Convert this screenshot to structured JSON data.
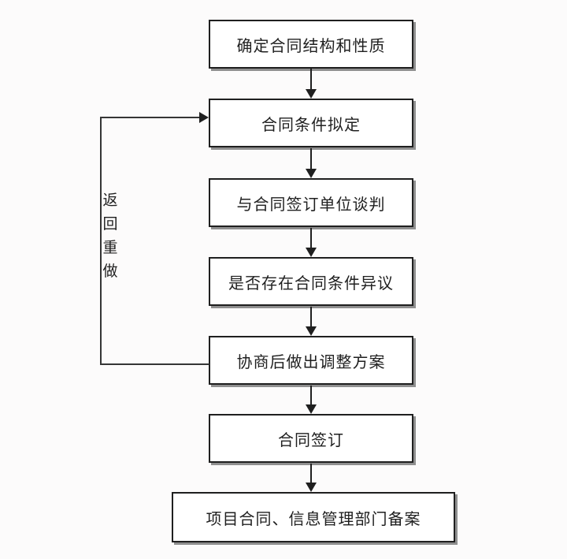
{
  "diagram": {
    "type": "flowchart",
    "subject": "contract-signing-process",
    "colors": {
      "background": "#fcfbfb",
      "node_fill": "#ffffff",
      "node_border": "#1f1f1f",
      "node_shadow": "#8f8f8f",
      "connector": "#1f1f1f",
      "text": "#1f1f1f"
    },
    "nodes": [
      {
        "id": "n1",
        "label": "确定合同结构和性质"
      },
      {
        "id": "n2",
        "label": "合同条件拟定"
      },
      {
        "id": "n3",
        "label": "与合同签订单位谈判"
      },
      {
        "id": "n4",
        "label": "是否存在合同条件异议"
      },
      {
        "id": "n5",
        "label": "协商后做出调整方案"
      },
      {
        "id": "n6",
        "label": "合同签订"
      },
      {
        "id": "n7",
        "label": "项目合同、信息管理部门备案"
      }
    ],
    "edges": [
      {
        "from": "n1",
        "to": "n2",
        "label": ""
      },
      {
        "from": "n2",
        "to": "n3",
        "label": ""
      },
      {
        "from": "n3",
        "to": "n4",
        "label": ""
      },
      {
        "from": "n4",
        "to": "n5",
        "label": ""
      },
      {
        "from": "n5",
        "to": "n6",
        "label": ""
      },
      {
        "from": "n6",
        "to": "n7",
        "label": ""
      },
      {
        "from": "n5",
        "to": "n2",
        "label": "返回重做"
      }
    ],
    "loop_label": "返回重做"
  }
}
